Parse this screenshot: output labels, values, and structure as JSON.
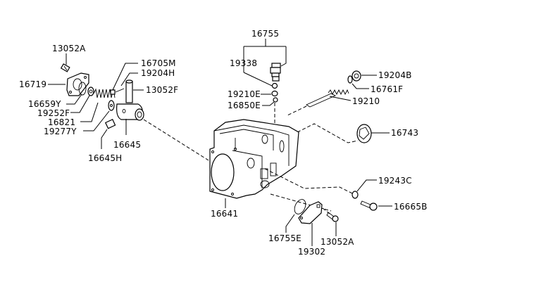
{
  "diagram": {
    "title": "Throttle chamber parts diagram",
    "labels": {
      "l13052A_top": "13052A",
      "l16719": "16719",
      "l16659Y": "16659Y",
      "l19252F": "19252F",
      "l16821": "16821",
      "l19277Y": "19277Y",
      "l16705M": "16705M",
      "l19204H": "19204H",
      "l13052F": "13052F",
      "l16645": "16645",
      "l16645H": "16645H",
      "l16755": "16755",
      "l19338": "19338",
      "l19210E": "19210E",
      "l16850E": "16850E",
      "l19204B": "19204B",
      "l16761F": "16761F",
      "l19210": "19210",
      "l16743": "16743",
      "l19243C": "19243C",
      "l16665B": "16665B",
      "l16641": "16641",
      "l16755E": "16755E",
      "l19302": "19302",
      "l13052A_bottom": "13052A"
    }
  }
}
